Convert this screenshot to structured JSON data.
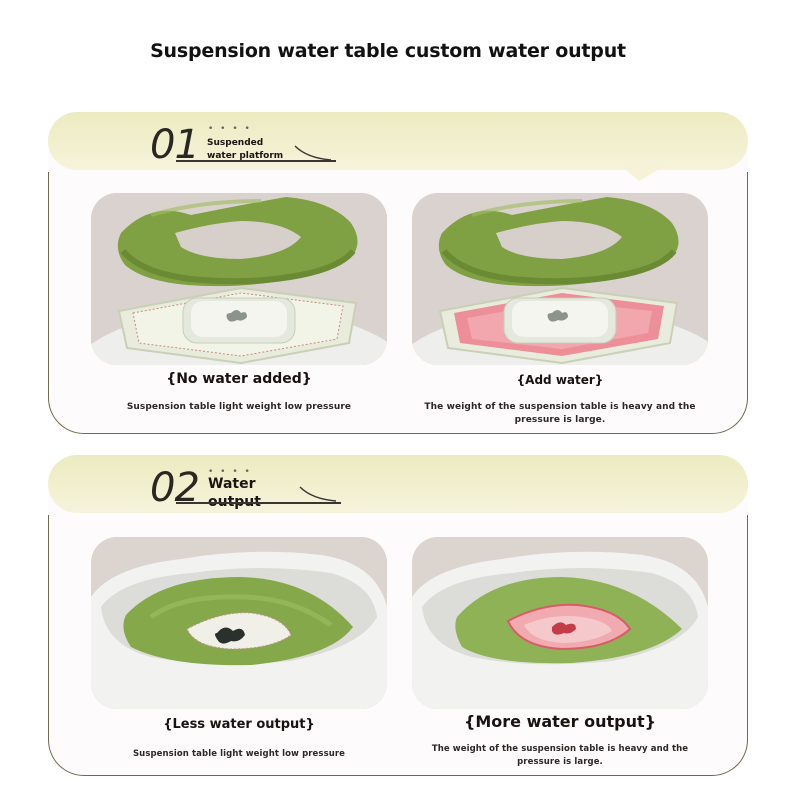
{
  "page": {
    "title": "Suspension water table custom water output"
  },
  "sections": [
    {
      "number": "01",
      "dots": "• • • •",
      "label_line1": "Suspended",
      "label_line2": "water platform",
      "items": [
        {
          "image": "green-ring-above-empty-tray-illustration",
          "heading": "{No water added}",
          "description": "Suspension table light weight low pressure"
        },
        {
          "image": "green-ring-above-red-water-tray-illustration",
          "heading": "{Add water}",
          "description": "The weight of the suspension table is heavy and the pressure is large."
        }
      ]
    },
    {
      "number": "02",
      "dots": "• • • •",
      "label_line1": "Water",
      "label_line2": "output",
      "items": [
        {
          "image": "bowl-with-green-ring-low-water-illustration",
          "heading": "{Less water output}",
          "description": "Suspension table light weight low pressure"
        },
        {
          "image": "bowl-with-green-ring-high-water-illustration",
          "heading": "{More water output}",
          "description": "The weight of the suspension table is heavy and the pressure is large."
        }
      ]
    }
  ],
  "colors": {
    "banner": "#ecebc0",
    "ring_green": "#86a84a",
    "card_border": "#6e6a4e",
    "photo_bg": "#d9d1cd",
    "water_red": "#e5707c"
  }
}
